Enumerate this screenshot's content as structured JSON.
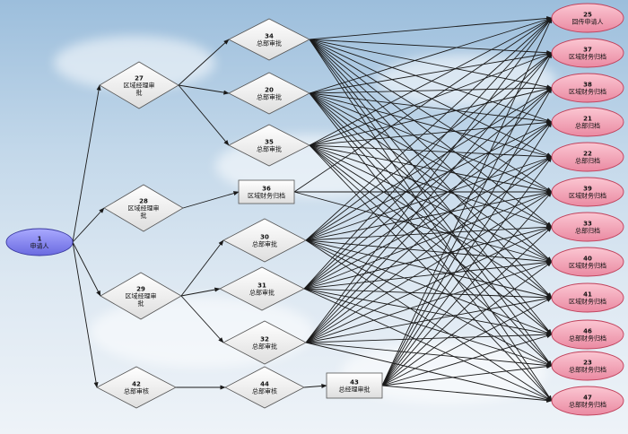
{
  "nodes": {
    "n1": {
      "id": "1",
      "label": "申请人"
    },
    "n27": {
      "id": "27",
      "label": "区域经理审",
      "label2": "批"
    },
    "n28": {
      "id": "28",
      "label": "区域经理审",
      "label2": "批"
    },
    "n29": {
      "id": "29",
      "label": "区域经理审",
      "label2": "批"
    },
    "n42": {
      "id": "42",
      "label": "总部审核"
    },
    "n34": {
      "id": "34",
      "label": "总部审批"
    },
    "n20": {
      "id": "20",
      "label": "总部审批"
    },
    "n35": {
      "id": "35",
      "label": "总部审批"
    },
    "n36": {
      "id": "36",
      "label": "区域财务归档"
    },
    "n30": {
      "id": "30",
      "label": "总部审批"
    },
    "n31": {
      "id": "31",
      "label": "总部审批"
    },
    "n32": {
      "id": "32",
      "label": "总部审批"
    },
    "n44": {
      "id": "44",
      "label": "总部审核"
    },
    "n43": {
      "id": "43",
      "label": "总经理审批"
    },
    "n25": {
      "id": "25",
      "label": "回传申请人"
    },
    "n37": {
      "id": "37",
      "label": "区域财务归档"
    },
    "n38": {
      "id": "38",
      "label": "区域财务归档"
    },
    "n21": {
      "id": "21",
      "label": "总部归档"
    },
    "n22": {
      "id": "22",
      "label": "总部归档"
    },
    "n39": {
      "id": "39",
      "label": "区域财务归档"
    },
    "n33": {
      "id": "33",
      "label": "总部归档"
    },
    "n40": {
      "id": "40",
      "label": "区域财务归档"
    },
    "n41": {
      "id": "41",
      "label": "区域财务归档"
    },
    "n46": {
      "id": "46",
      "label": "总部财务归档"
    },
    "n23": {
      "id": "23",
      "label": "总部财务归档"
    },
    "n47": {
      "id": "47",
      "label": "总部财务归档"
    }
  },
  "colors": {
    "start_fill": "#8080ee",
    "end_fill": "#ee9aae",
    "end_stroke": "#c0405a",
    "decision_fill": "#f0f0f0",
    "edge": "#1a1a1a"
  }
}
